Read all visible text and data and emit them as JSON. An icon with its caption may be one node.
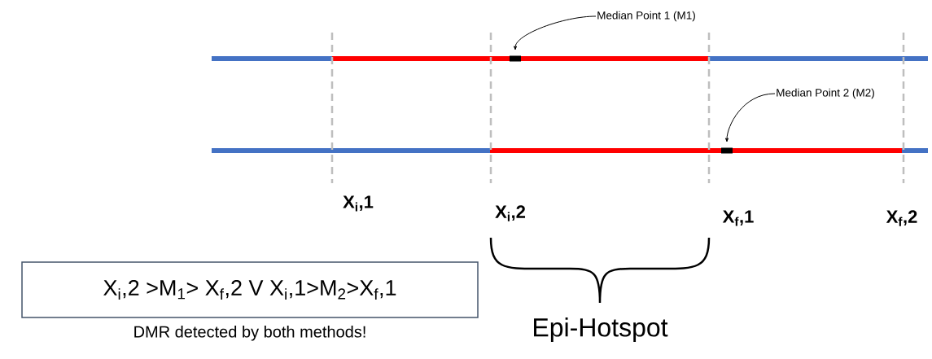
{
  "diagram": {
    "nodes": [
      {
        "text": [
          "Median Point 1 (M1)"
        ]
      },
      {
        "text": [],
        "shape": "bar"
      },
      {
        "text": [
          "Median Point 2 (M2)"
        ]
      },
      {
        "text": [],
        "shape": "bar"
      },
      {
        "text": [
          "X$_{i}$,2 >M$_{1}$> X$_{f}$,2 V  X$_{i}$,1>M$_{2}$>X$_{f}$,1"
        ],
        "beside": [
          "DMR detected by both methods!"
        ]
      }
    ],
    "edges": [
      {
        "from": 0,
        "to": 1,
        "arrow": "to"
      },
      {
        "from": 2,
        "to": 3,
        "arrow": "to"
      }
    ],
    "labels": [
      "X$_{i}$,1",
      "X$_{i}$,2",
      "X$_{f}$,1",
      "X$_{f}$,2",
      "Epi-Hotspot"
    ]
  }
}
